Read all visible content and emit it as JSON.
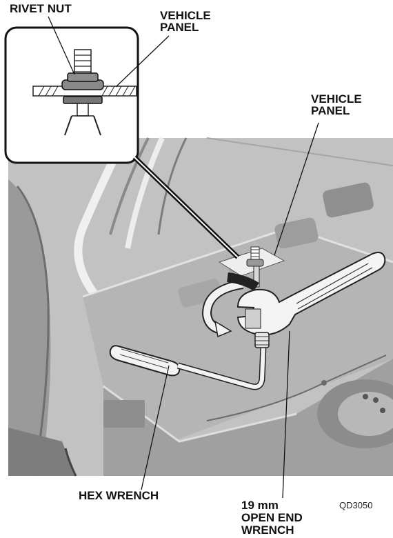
{
  "labels": {
    "rivet_nut": "RIVET NUT",
    "vehicle_panel_top": [
      "VEHICLE",
      "PANEL"
    ],
    "vehicle_panel_right": [
      "VEHICLE",
      "PANEL"
    ],
    "hex_wrench": "HEX WRENCH",
    "open_end_wrench": [
      "19 mm",
      "OPEN END",
      "WRENCH"
    ],
    "figure_code": "QD3050"
  }
}
